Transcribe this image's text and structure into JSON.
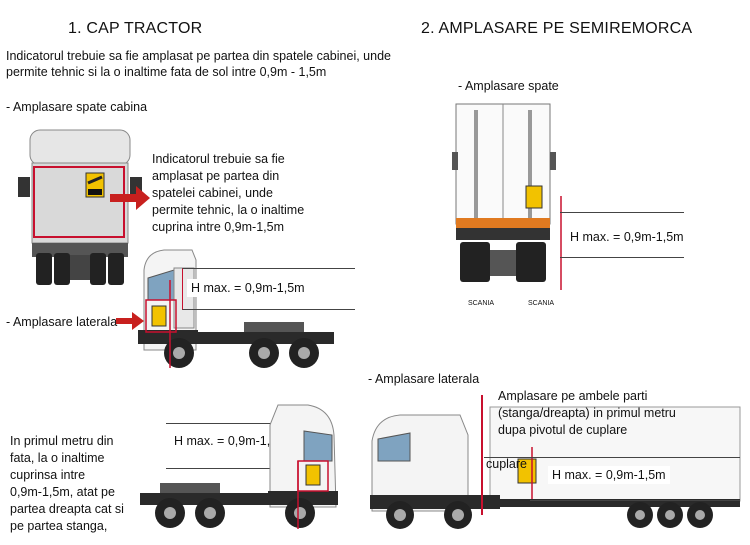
{
  "left": {
    "heading": "1. CAP TRACTOR",
    "intro_line1": "Indicatorul trebuie sa fie amplasat pe partea din spatele cabinei, unde",
    "intro_line2": "permite tehnic si la o inaltime fata de sol intre 0,9m - 1,5m",
    "rear_section_label": "- Amplasare spate cabina",
    "rear_note": [
      "Indicatorul trebuie sa fie",
      "amplasat pe partea din",
      "spatelei cabinei, unde",
      "permite tehnic, la o inaltime",
      "cuprina intre 0,9m-1,5m"
    ],
    "side_section_label": "- Amplasare laterala",
    "hmax_top": "H max. = 0,9m-1,5m",
    "hmax_bottom": "H max. = 0,9m-1,5m",
    "front_note": [
      "In primul metru din",
      "fata, la o inaltime",
      "cuprinsa intre",
      "0,9m-1,5m, atat pe",
      "partea dreapta cat si",
      "pe partea stanga,"
    ]
  },
  "right": {
    "heading": "2. AMPLASARE PE SEMIREMORCA",
    "rear_section_label": "- Amplasare spate",
    "hmax_rear": "H max. = 0,9m-1,5m",
    "side_section_label": "- Amplasare laterala",
    "side_note": [
      "Amplasare pe ambele parti",
      "(stanga/dreapta) in primul metru",
      "dupa pivotul de cuplare"
    ],
    "coupling_label": "cuplare",
    "hmax_side": "H max. = 0,9m-1,5m",
    "brand_left": "SCANIA",
    "brand_right": "SCANIA"
  },
  "colors": {
    "marker_red": "#c8102e",
    "arrow_red": "#c8201e",
    "sign_yellow": "#f2c200",
    "cab_white": "#f4f4f4",
    "chassis_dark": "#2a2a2a"
  }
}
